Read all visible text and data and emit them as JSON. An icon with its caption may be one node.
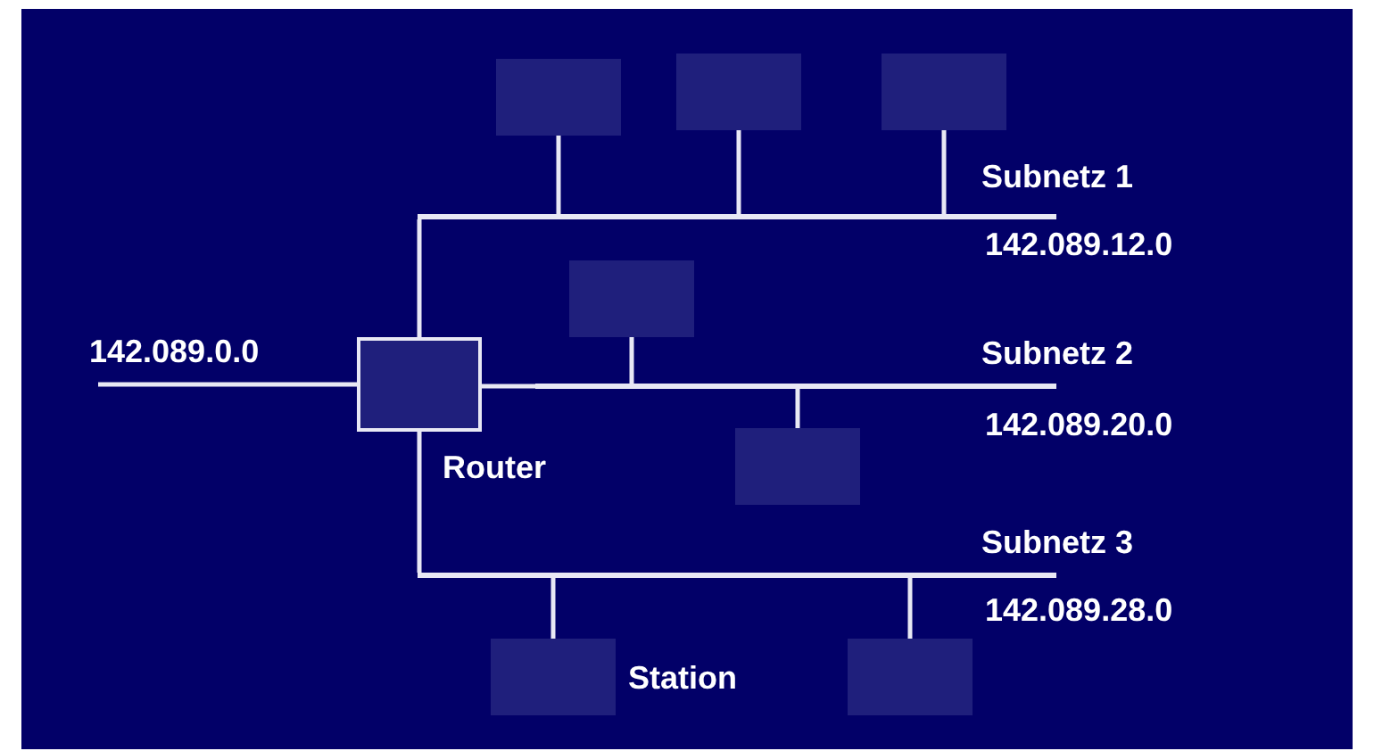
{
  "diagram": {
    "nodes": [
      {
        "text": [],
        "shape": "box",
        "beside": [
          "Router"
        ]
      },
      {
        "text": [],
        "shape": "bar",
        "beside": [
          "Subnetz 1",
          "142.089.12.0"
        ]
      },
      {
        "text": [],
        "shape": "bar",
        "beside": [
          "Subnetz 2",
          "142.089.20.0"
        ]
      },
      {
        "text": [],
        "shape": "bar",
        "beside": [
          "Subnetz 3",
          "142.089.28.0"
        ]
      },
      {
        "text": [],
        "shape": "box"
      },
      {
        "text": [],
        "shape": "box"
      },
      {
        "text": [],
        "shape": "box"
      },
      {
        "text": [],
        "shape": "box"
      },
      {
        "text": [],
        "shape": "box"
      },
      {
        "text": [],
        "shape": "box",
        "beside": [
          "Station"
        ]
      },
      {
        "text": [],
        "shape": "box"
      }
    ],
    "edges": [
      {
        "from": null,
        "to": 0,
        "arrow": "none",
        "label": "142.089.0.0"
      },
      {
        "from": 0,
        "to": 1,
        "arrow": "none"
      },
      {
        "from": 0,
        "to": 2,
        "arrow": "none"
      },
      {
        "from": 0,
        "to": 3,
        "arrow": "none"
      },
      {
        "from": 4,
        "to": 1,
        "arrow": "none"
      },
      {
        "from": 5,
        "to": 1,
        "arrow": "none"
      },
      {
        "from": 6,
        "to": 1,
        "arrow": "none"
      },
      {
        "from": 7,
        "to": 2,
        "arrow": "none"
      },
      {
        "from": 8,
        "to": 2,
        "arrow": "none"
      },
      {
        "from": 9,
        "to": 3,
        "arrow": "none"
      },
      {
        "from": 10,
        "to": 3,
        "arrow": "none"
      }
    ]
  }
}
